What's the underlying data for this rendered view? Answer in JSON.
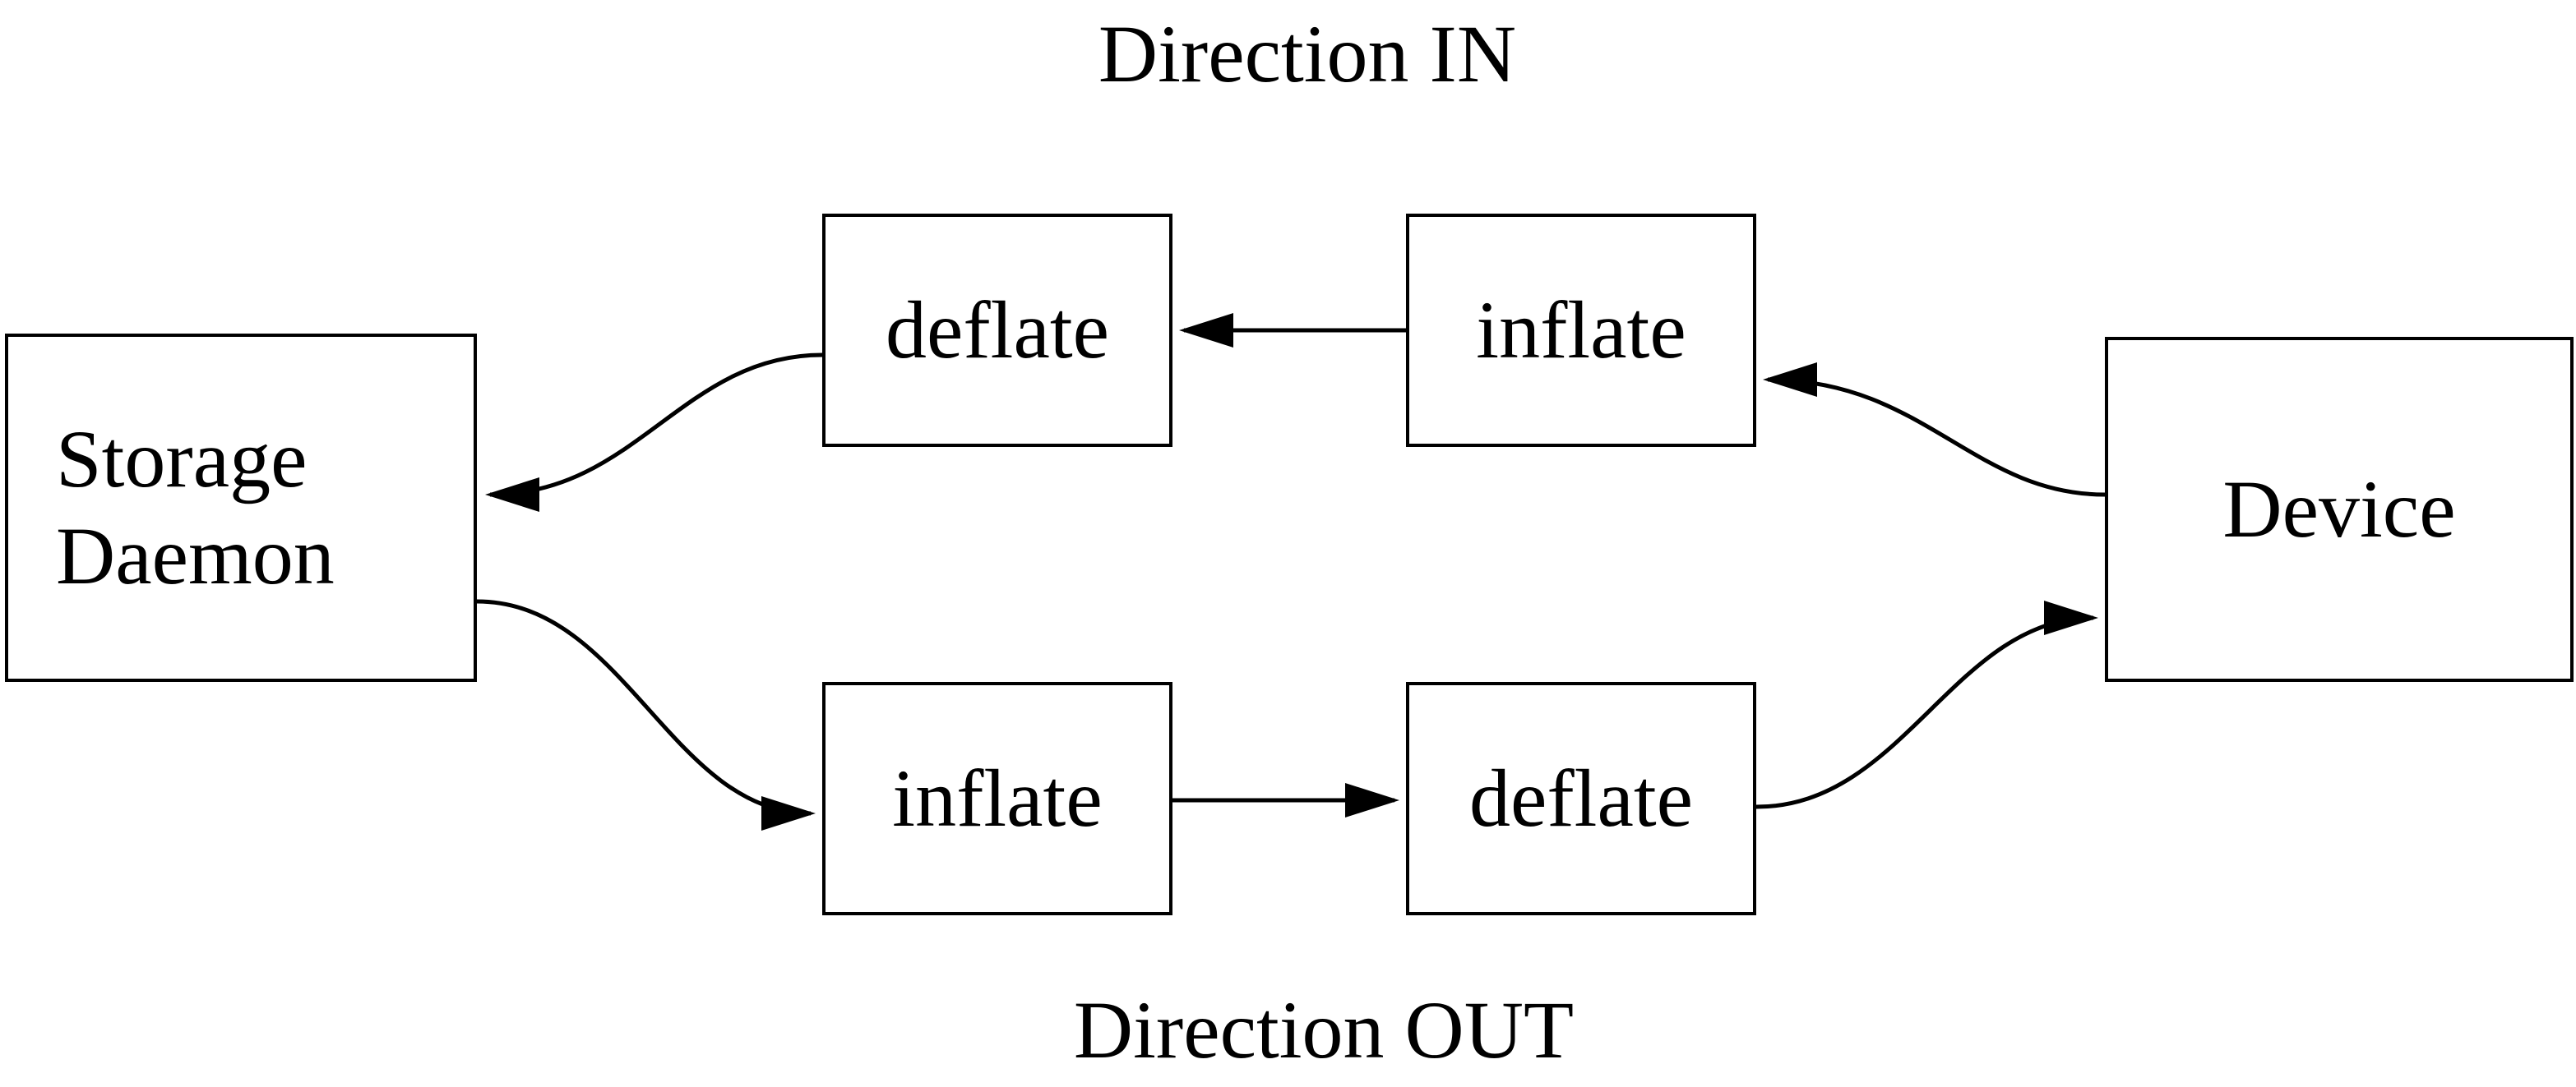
{
  "diagram": {
    "title_top": "Direction IN",
    "title_bottom": "Direction OUT",
    "nodes": {
      "storage_daemon": {
        "line1": "Storage",
        "line2": "Daemon"
      },
      "device": {
        "label": "Device"
      },
      "deflate_in": {
        "label": "deflate"
      },
      "inflate_in": {
        "label": "inflate"
      },
      "inflate_out": {
        "label": "inflate"
      },
      "deflate_out": {
        "label": "deflate"
      }
    },
    "colors": {
      "stroke": "#000000",
      "background": "#ffffff"
    }
  }
}
